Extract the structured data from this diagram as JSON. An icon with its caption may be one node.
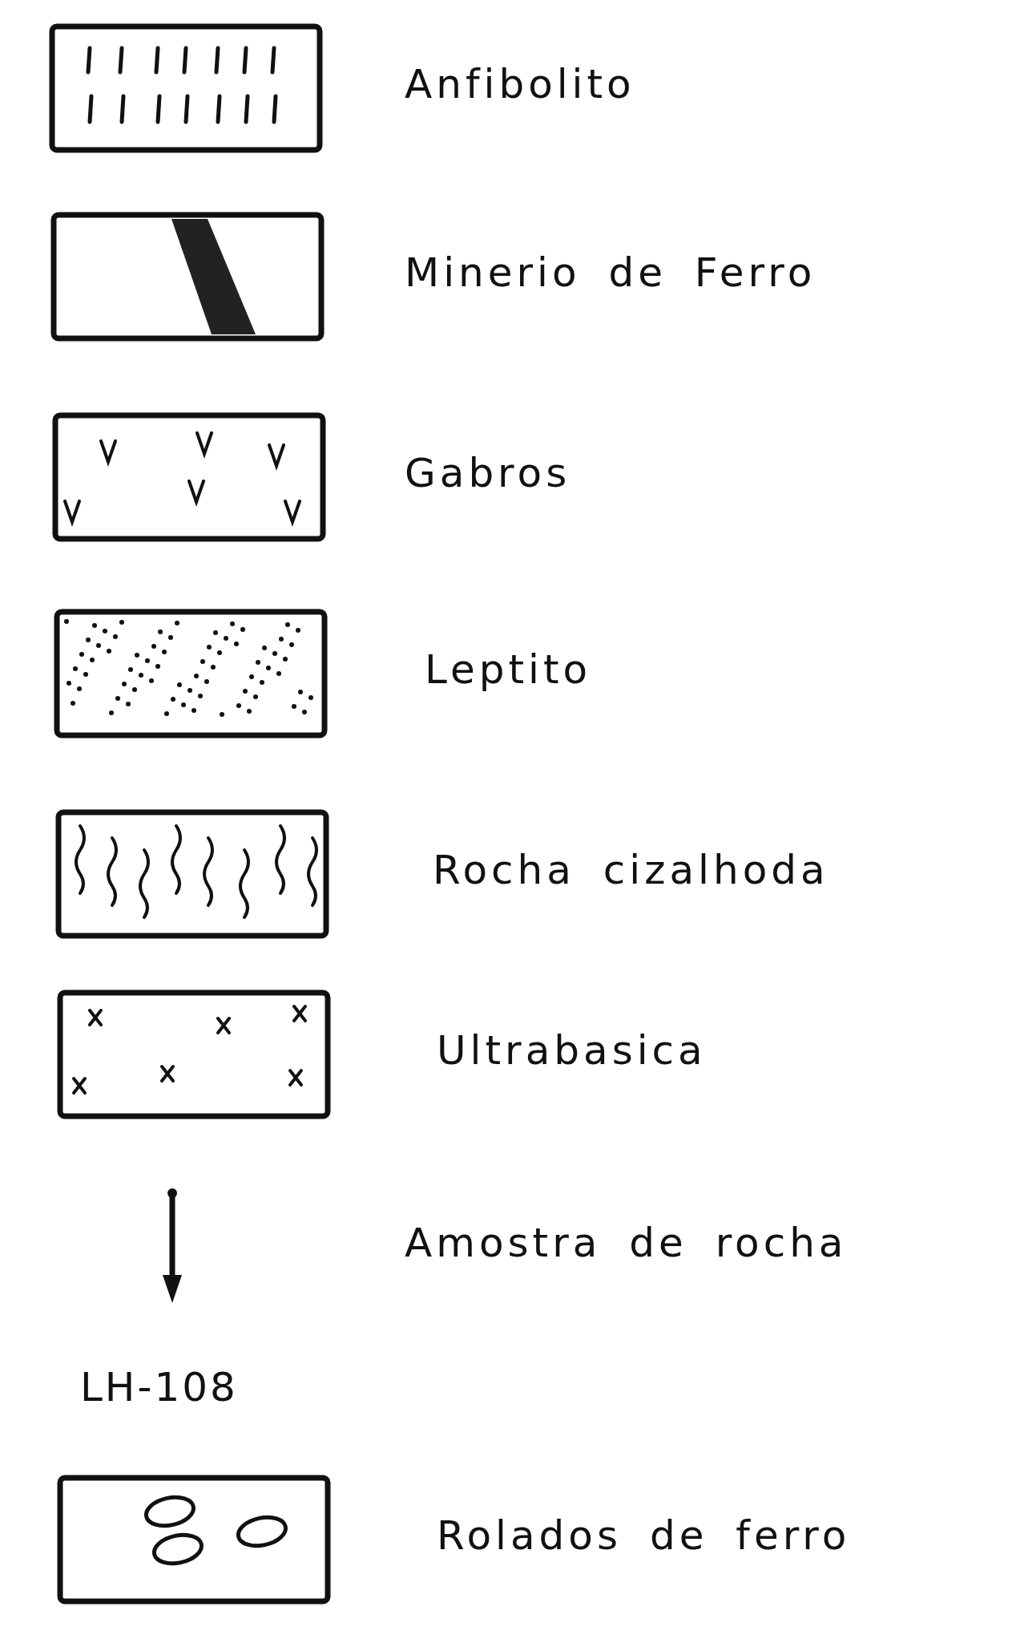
{
  "diagram": {
    "labels": [
      "LH-108"
    ],
    "legend": [
      {
        "text": "Anfibolito"
      },
      {
        "text": "Minerio de Ferro"
      },
      {
        "text": "Gabros"
      },
      {
        "text": "Leptito"
      },
      {
        "text": "Rocha cizalhoda"
      },
      {
        "text": "Ultrabasica"
      },
      {
        "text": "Amostra de rocha"
      },
      {
        "text": "Rolados de ferro"
      }
    ]
  }
}
